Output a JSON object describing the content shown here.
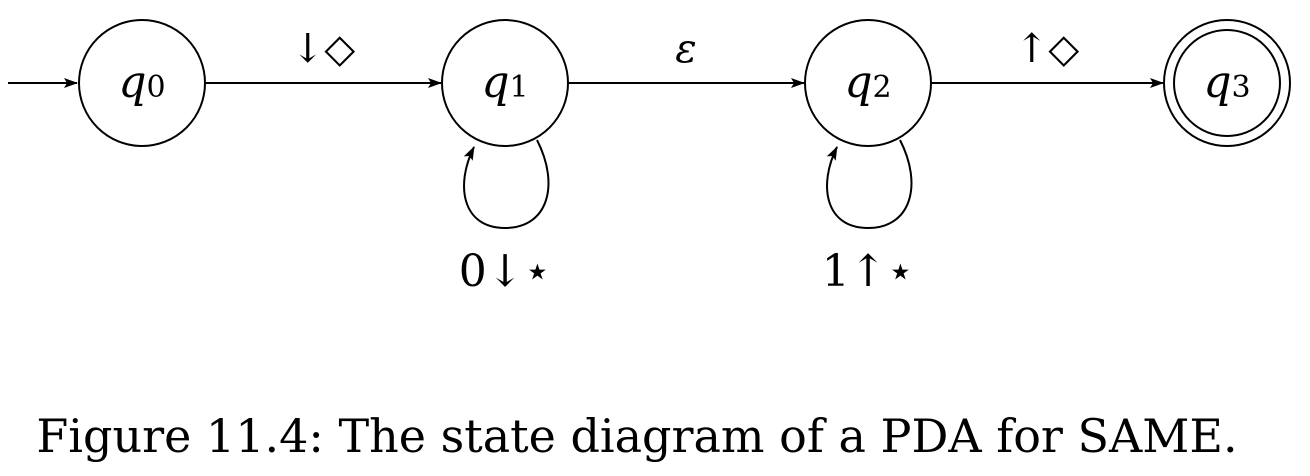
{
  "diagram": {
    "states": [
      {
        "id": "q0",
        "name": "q",
        "index": "0",
        "accepting": false,
        "initial": true
      },
      {
        "id": "q1",
        "name": "q",
        "index": "1",
        "accepting": false,
        "initial": false
      },
      {
        "id": "q2",
        "name": "q",
        "index": "2",
        "accepting": false,
        "initial": false
      },
      {
        "id": "q3",
        "name": "q",
        "index": "3",
        "accepting": true,
        "initial": false
      }
    ],
    "transitions": [
      {
        "from": "q0",
        "to": "q1",
        "label": "↓◇"
      },
      {
        "from": "q1",
        "to": "q2",
        "label": "ε"
      },
      {
        "from": "q2",
        "to": "q3",
        "label": "↑◇"
      },
      {
        "from": "q1",
        "to": "q1",
        "label": "0↓⋆"
      },
      {
        "from": "q2",
        "to": "q2",
        "label": "1↑⋆"
      }
    ]
  },
  "caption": "Figure 11.4: The state diagram of a PDA for SAME."
}
